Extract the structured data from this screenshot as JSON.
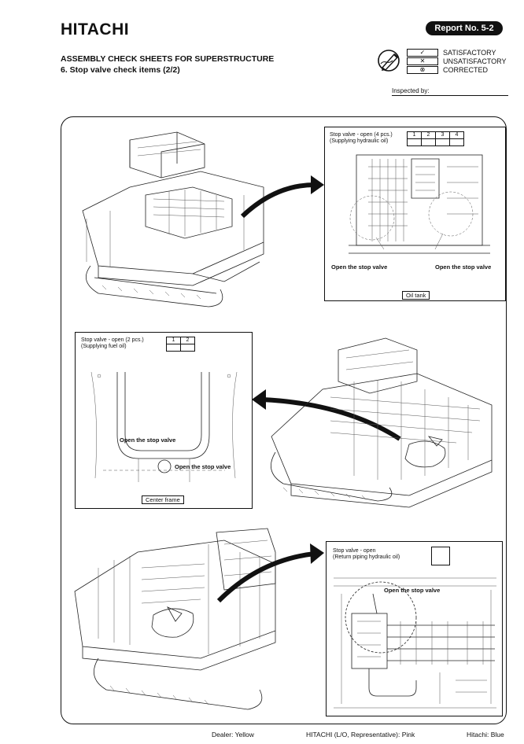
{
  "header": {
    "brand": "HITACHI",
    "report_no": "Report No. 5-2",
    "title_line1": "ASSEMBLY CHECK SHEETS FOR SUPERSTRUCTURE",
    "title_line2": "6. Stop valve check items (2/2)",
    "legend": [
      {
        "mark": "✓",
        "label": "SATISFACTORY"
      },
      {
        "mark": "✕",
        "label": "UNSATISFACTORY"
      },
      {
        "mark": "⊗",
        "label": "CORRECTED"
      }
    ],
    "inspected_by": "Inspected by:"
  },
  "panel1": {
    "caption_line1": "Stop valve - open (4 pcs.)",
    "caption_line2": "(Supplying hydraulic oil)",
    "check_cols": [
      "1",
      "2",
      "3",
      "4"
    ],
    "label_left": "Open the stop valve",
    "label_right": "Open the stop valve",
    "bottom_label": "Oil tank"
  },
  "panel2": {
    "caption_line1": "Stop valve - open (2 pcs.)",
    "caption_line2": "(Supplying fuel oil)",
    "check_cols": [
      "1",
      "2"
    ],
    "label_left": "Open the stop valve",
    "label_right": "Open the stop valve",
    "bottom_label": "Center frame"
  },
  "panel3": {
    "caption_line1": "Stop valve - open",
    "caption_line2": "(Return piping hydraulic oil)",
    "label": "Open the stop valve"
  },
  "footer": {
    "dealer": "Dealer: Yellow",
    "hitachi_rep": "HITACHI (L/O, Representative): Pink",
    "hitachi": "Hitachi: Blue"
  }
}
